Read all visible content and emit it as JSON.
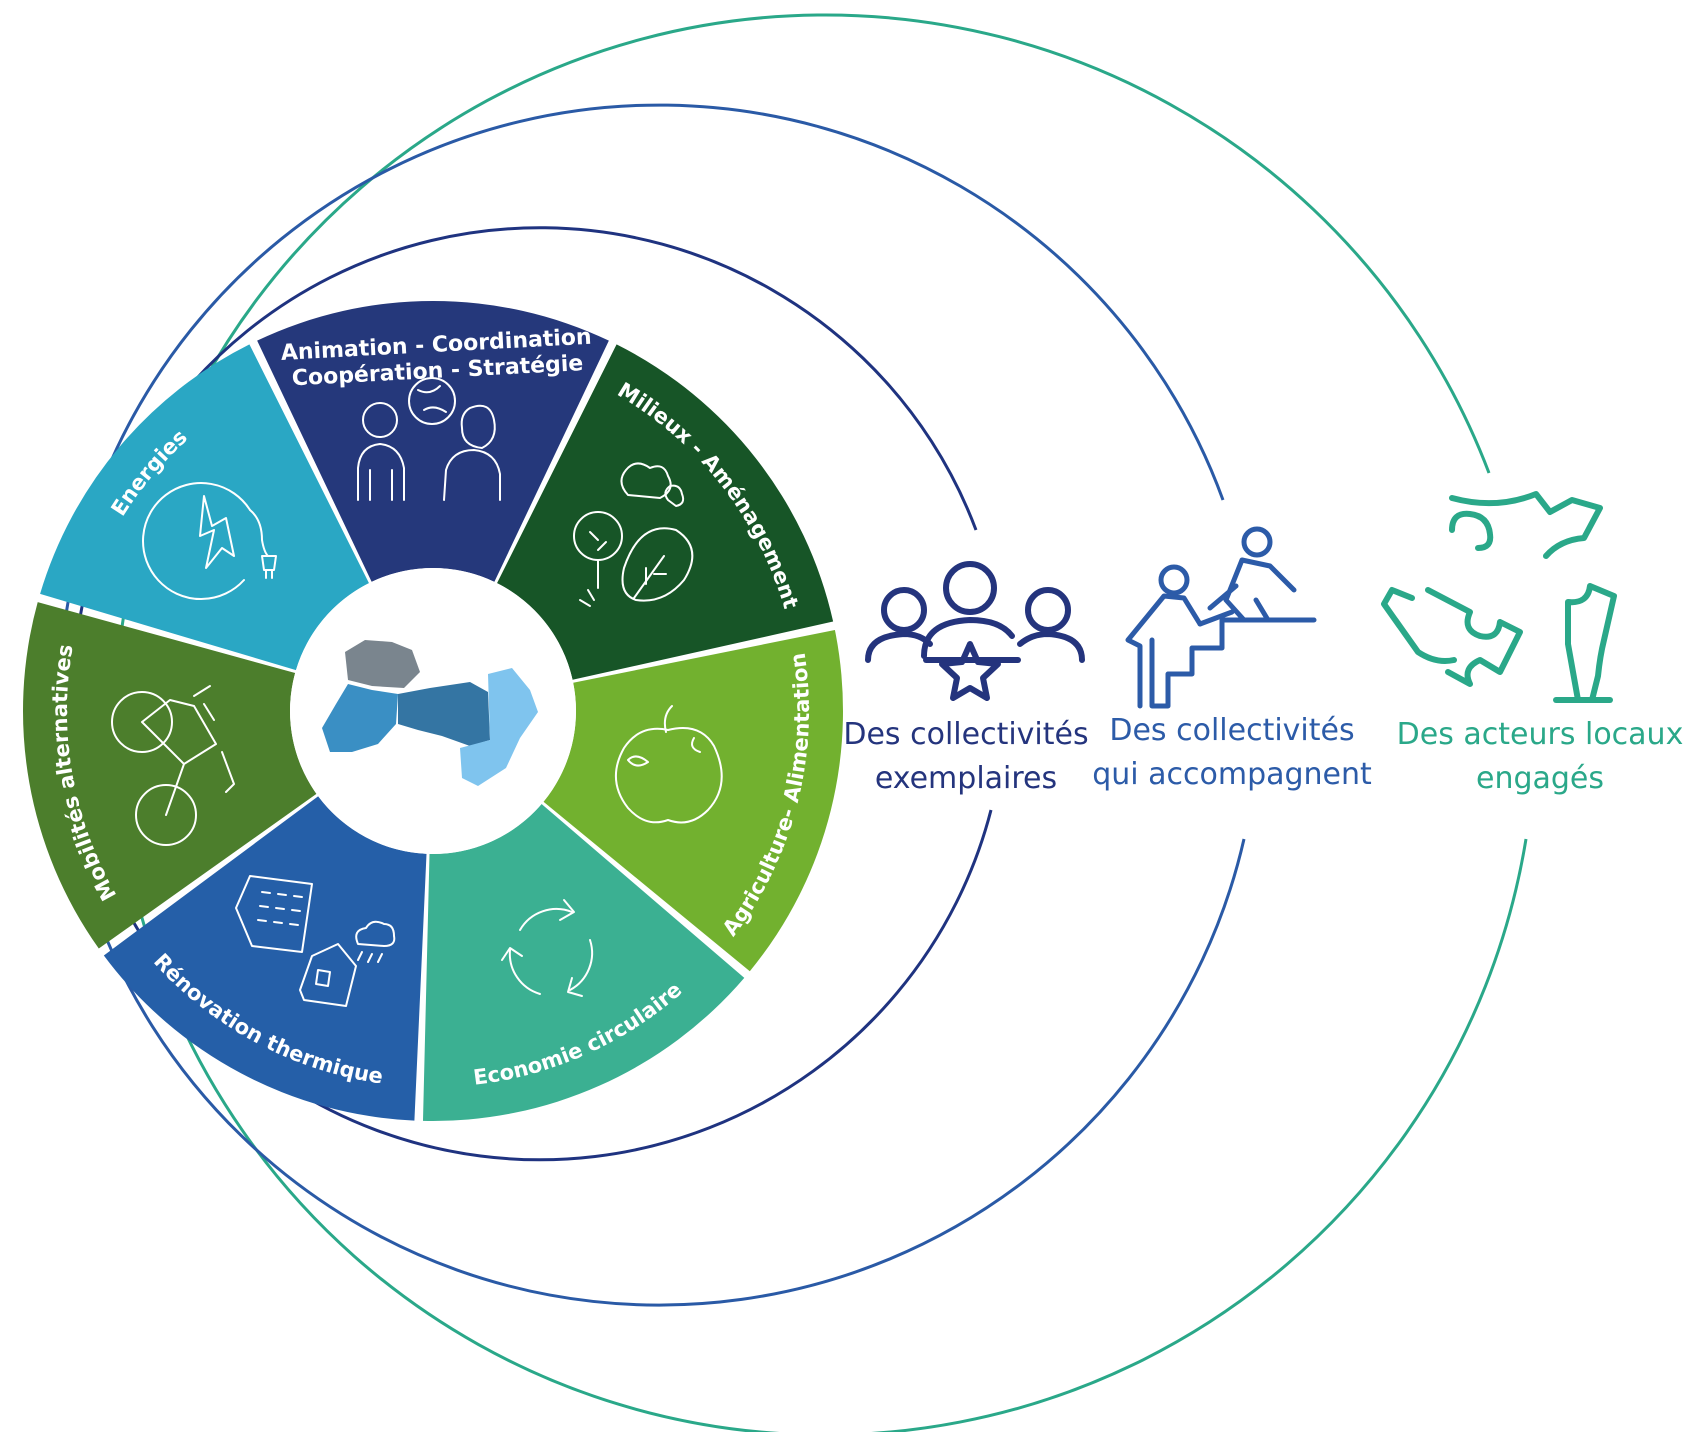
{
  "colors": {
    "ring_outer": "#2aa889",
    "ring_middle": "#2a5aa6",
    "ring_inner": "#1f3380",
    "label_exemplaires": "#24347d",
    "label_accompagnent": "#2c5ba8",
    "label_engages": "#2aa889"
  },
  "wheel": {
    "segments": [
      {
        "id": "animation",
        "line1": "Animation - Coordination",
        "line2": "Coopération - Stratégie",
        "color": "#25387b",
        "icon": "people-globe-icon"
      },
      {
        "id": "milieux",
        "line1": "Milieux - Aménagement",
        "color": "#175527",
        "icon": "trees-icon"
      },
      {
        "id": "agriculture",
        "line1": "Agriculture- Alimentation",
        "color": "#72b12f",
        "icon": "apple-icon"
      },
      {
        "id": "economie",
        "line1": "Economie circulaire",
        "color": "#3bb092",
        "icon": "recycle-icon"
      },
      {
        "id": "renovation",
        "line1": "Rénovation thermique",
        "color": "#255fa8",
        "icon": "buildings-icon"
      },
      {
        "id": "mobilites",
        "line1": "Mobilités alternatives",
        "color": "#4c7e2c",
        "icon": "bicycle-icon"
      },
      {
        "id": "energies",
        "line1": "Energies",
        "color": "#2aa7c4",
        "icon": "lightning-plug-icon"
      }
    ],
    "center_icon": "territory-map-icon"
  },
  "circles": {
    "exemplaires": {
      "line1": "Des collectivités",
      "line2": "exemplaires",
      "icon": "group-star-icon"
    },
    "accompagnent": {
      "line1": "Des collectivités",
      "line2": "qui accompagnent",
      "icon": "helping-climb-icon"
    },
    "engages": {
      "line1": "Des acteurs locaux",
      "line2": "engagés",
      "icon": "hands-puzzle-icon"
    }
  }
}
